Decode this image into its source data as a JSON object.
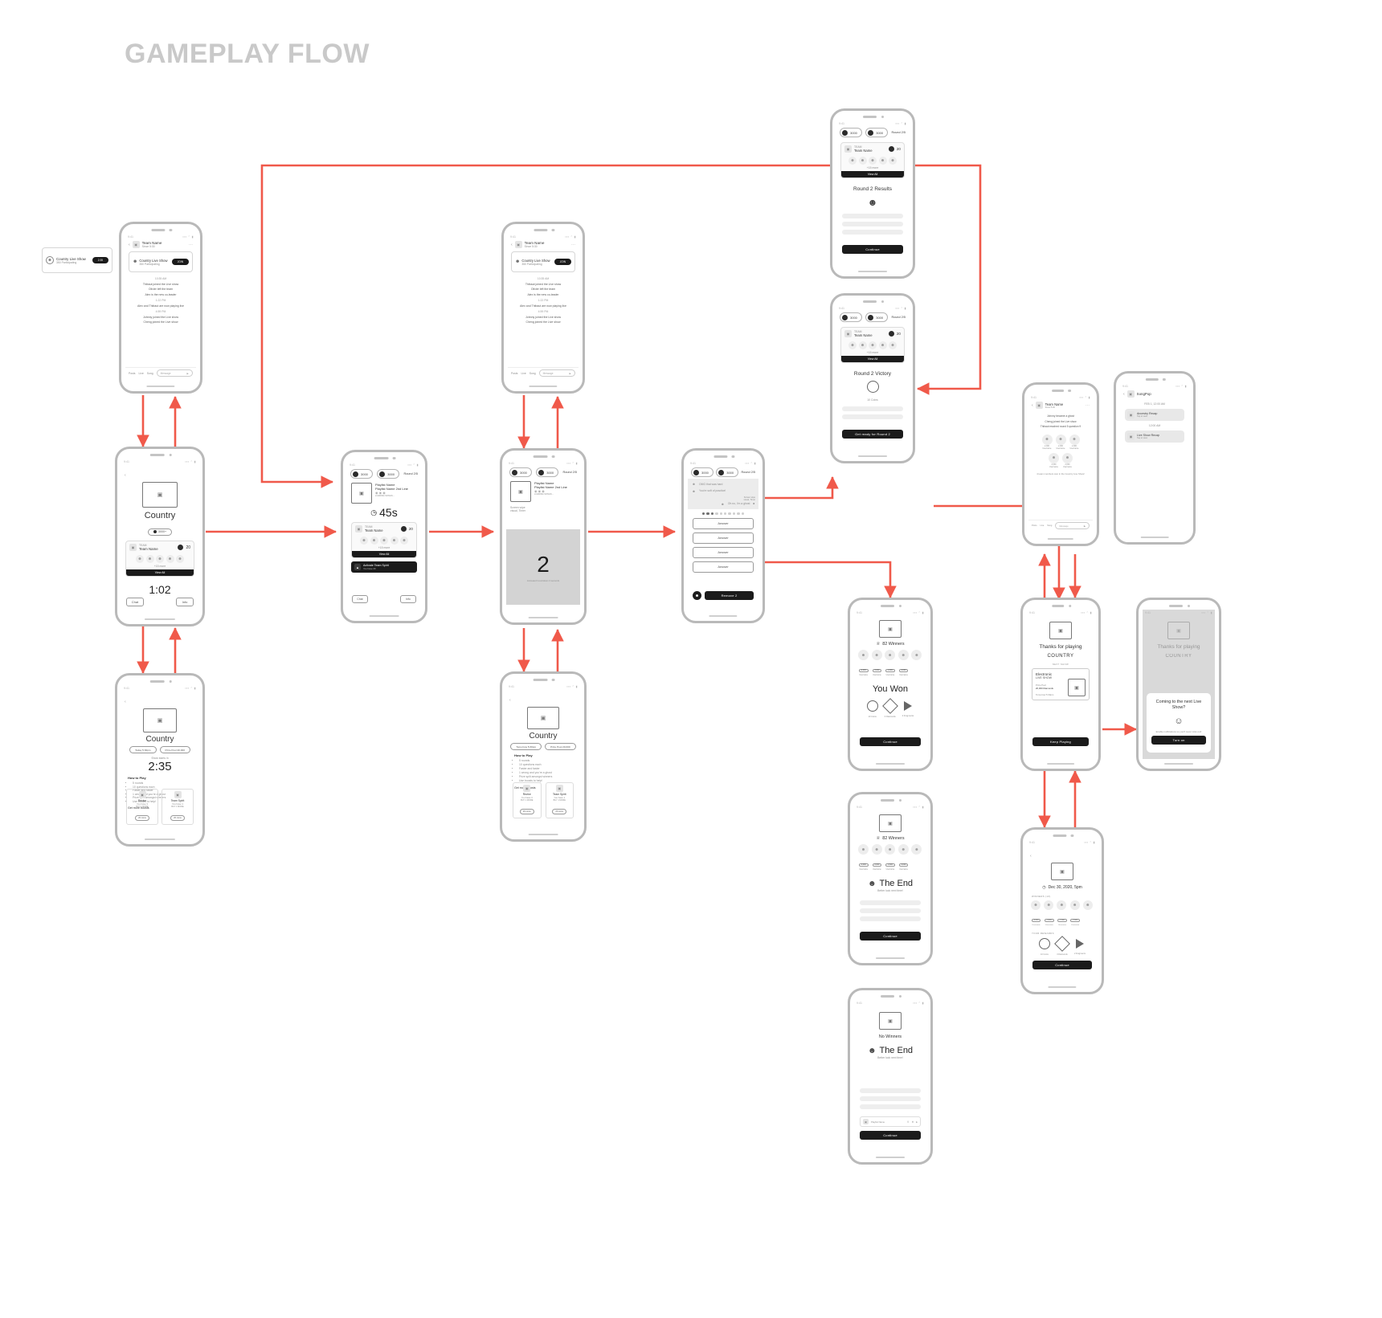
{
  "page": {
    "title": "GAMEPLAY FLOW",
    "accent": "#f0594a",
    "frame_color": "#b9b9b9"
  },
  "common": {
    "status_time": "9:41",
    "status_right": "▪▪▪ ⌃ ▮",
    "team_label": "TEAM",
    "team_name": "Team Name",
    "team_count": "20",
    "more_members": "+15 more",
    "view_all": "View All",
    "art_icon": "image-icon",
    "avatar_icon": "person-icon",
    "back_icon": "chevron-left-icon",
    "more_icon": "ellipsis-icon",
    "chat_placeholder": "Message",
    "send_icon": "send-icon",
    "nav_items": [
      "Posts",
      "Live",
      "Song"
    ]
  },
  "card_show": {
    "title": "Country Live Show",
    "subtitle": "350 Participating",
    "badge_time": "2:35",
    "join_label": "JOIN",
    "ghost_icon": "ghost-icon"
  },
  "screen_chat": {
    "header_title": "Team Name",
    "header_sub": "Since 5:30",
    "messages": [
      {
        "type": "time",
        "text": "10:35 AM"
      },
      {
        "type": "msg",
        "text": "Thibaut joined the Live show"
      },
      {
        "type": "msg",
        "text": "Olivier left the team"
      },
      {
        "type": "msg",
        "text": "Alex is the new co-leader"
      },
      {
        "type": "time",
        "text": "1:22 PM"
      },
      {
        "type": "msg",
        "text": "Alex and Thibaut are now playing live"
      },
      {
        "type": "time",
        "text": "4:59 PM"
      },
      {
        "type": "msg",
        "text": "Johnny joined the Live show"
      },
      {
        "type": "msg",
        "text": "Cheng joined the Live show"
      }
    ]
  },
  "screen_lobby": {
    "title": "Country",
    "players_badge": "3000+",
    "timer": "1:02",
    "chat_btn": "Chat",
    "info_btn": "Info"
  },
  "screen_preshow": {
    "title": "Country",
    "chip_time": "Today 5:30pm",
    "chip_prize": "Prize Pool 20,000",
    "starts_label": "Show starts in",
    "timer": "2:35",
    "how_to_play": "How to Play",
    "rules": [
      "5 rounds",
      "10 questions each",
      "Faster and faster",
      "1 wrong and you're a ghost",
      "Prize split amongst winners",
      "Use boosts to help!"
    ],
    "boosts_label": "Get more boosts",
    "boost_1_name": "Revive",
    "boost_1_sub": "You have 3",
    "boost_1_price": "BUY 1 MORE",
    "boost_1_cost": "20 coins",
    "boost_2_name": "Team Spirit",
    "boost_2_sub": "You have 1",
    "boost_2_price": "BUY 1 MORE",
    "boost_2_cost": "20 coins"
  },
  "screen_rules_tomorrow": {
    "title": "Country",
    "chip_time": "Tomorrow 5:30pm",
    "chip_prize": "Prize Pool 20,000",
    "how_to_play": "How to Play",
    "rules": [
      "5 rounds",
      "10 questions each",
      "Faster and faster",
      "1 wrong and you're a ghost",
      "Prize split amongst winners",
      "Use boosts to help!"
    ],
    "boosts_label": "Get more boosts",
    "boost_1_name": "Revive",
    "boost_1_sub": "You have 3",
    "boost_1_price": "BUY 1 MORE",
    "boost_1_cost": "20 coins",
    "boost_2_name": "Team Spirit",
    "boost_2_sub": "You have 1",
    "boost_2_price": "BUY 1 MORE",
    "boost_2_cost": "20 coins"
  },
  "screen_45s": {
    "coins": "3000",
    "diamonds": "3000",
    "round_label": "Round 2/5",
    "playlist_l1": "Playlist Name",
    "playlist_l2": "Playlist Name 2nd Line",
    "playlist_sub": "LOADING SONGS…",
    "timer": "45s",
    "clock_icon": "clock-icon",
    "activate_title": "Activate Team Spirit",
    "activate_sub": "You have 20",
    "chat_btn": "Chat",
    "info_btn": "Info"
  },
  "screen_countdown": {
    "coins": "3000",
    "diamonds": "3000",
    "round_label": "Round 2/5",
    "playlist_l1": "Playlist Name",
    "playlist_l2": "Playlist Name 2nd Line",
    "playlist_sub": "LOADING SONGS…",
    "note_1": "Screen wipe",
    "note_2": "visual, Timer",
    "count": "2",
    "count_caption": "Animated Countdown 3 seconds"
  },
  "screen_question": {
    "coins": "3000",
    "diamonds": "3000",
    "round_label": "Round 2/5",
    "toast_1": "OMG that was hard",
    "toast_2": "You're soft of practice!",
    "toast_3": "Oh no, I'm a ghost",
    "progress_dots": 10,
    "answers": [
      "Answer",
      "Answer",
      "Answer",
      "Answer"
    ],
    "remove_btn": "Remove 2",
    "help_icon": "ghost-icon",
    "note_1": "Screen wipe",
    "note_2": "visual, Timer"
  },
  "screen_round_results": {
    "coins": "3000",
    "diamonds": "3000",
    "round_label": "Round 2/5",
    "title": "Round 2 Results",
    "ghost_icon": "ghost-icon",
    "continue_btn": "Continue"
  },
  "screen_round_victory": {
    "coins": "3000",
    "diamonds": "3000",
    "round_label": "Round 2/5",
    "title": "Round 2 Victory",
    "reward_value": "10 Coins",
    "continue_btn": "Get ready for Round 2"
  },
  "screen_winners": {
    "trophy_icon": "trophy-icon",
    "winners_label": "82 Winners",
    "amount": "2,000",
    "username": "Username",
    "headline": "You Won",
    "rewards": [
      {
        "icon": "coin-icon",
        "label": "10 Coins"
      },
      {
        "icon": "diamond-icon",
        "label": "3 Diamonds"
      },
      {
        "icon": "ticket-icon",
        "label": "2 Fragments"
      }
    ],
    "continue_btn": "Continue"
  },
  "screen_the_end": {
    "trophy_icon": "trophy-icon",
    "winners_label": "82 Winners",
    "amount": "2,000",
    "username": "Username",
    "headline": "The End",
    "sub": "Better luck next time!",
    "ghost_icon": "ghost-icon",
    "continue_btn": "Continue"
  },
  "screen_no_winners": {
    "winners_label": "No Winners",
    "headline": "The End",
    "sub": "Better luck next time!",
    "ghost_icon": "ghost-icon",
    "playlist_name": "Playlist Name",
    "continue_btn": "Continue"
  },
  "screen_thanks": {
    "headline": "Thanks for playing",
    "subject": "COUNTRY",
    "next_label": "NEXT SHOW",
    "next_title": "Electronic",
    "next_sub": "LIVE SHOW",
    "prize_label": "Prize Pool",
    "prize_value": "20,000 Diamonds",
    "time_value": "Tomorrow 5:30pm",
    "cta": "Keep Playing"
  },
  "screen_notify": {
    "headline_bg": "Thanks for playing",
    "subject_bg": "COUNTRY",
    "modal_title": "Coming to the next Live Show?",
    "modal_sub": "Enable notifications so you'll never miss out!",
    "emoji_icon": "smiley-icon",
    "cta": "Turn on"
  },
  "screen_recap_chat": {
    "header_title": "Team Name",
    "header_sub": "Since 5:30",
    "messages": [
      "Johnny became a ghost",
      "Cheng joined the Live show",
      "Thibaut reached round 5 question 9"
    ],
    "footer_note": "4 team members won in the Country Live Show!",
    "chat_placeholder": "Message"
  },
  "screen_songpop": {
    "app_title": "SongPop",
    "date": "FEB 1, 12:00 AM",
    "items": [
      {
        "title": "Ancestry Recap",
        "sub": "Tap to view",
        "time": "12:00 AM"
      },
      {
        "title": "Live Show Recap",
        "sub": "Tap to view"
      }
    ]
  },
  "screen_rewards": {
    "date_line": "Dec 30, 2020, 5pm",
    "clock_icon": "clock-icon",
    "winners_label": "WINNERS (16)",
    "amount": "2,000",
    "username": "Username",
    "rewards_label": "YOUR REWARDS",
    "rewards": [
      {
        "icon": "coin-icon",
        "label": "10 Coins"
      },
      {
        "icon": "diamond-icon",
        "label": "3 Diamonds"
      },
      {
        "icon": "ticket-icon",
        "label": "2 Fragments"
      }
    ],
    "continue_btn": "Continue"
  }
}
